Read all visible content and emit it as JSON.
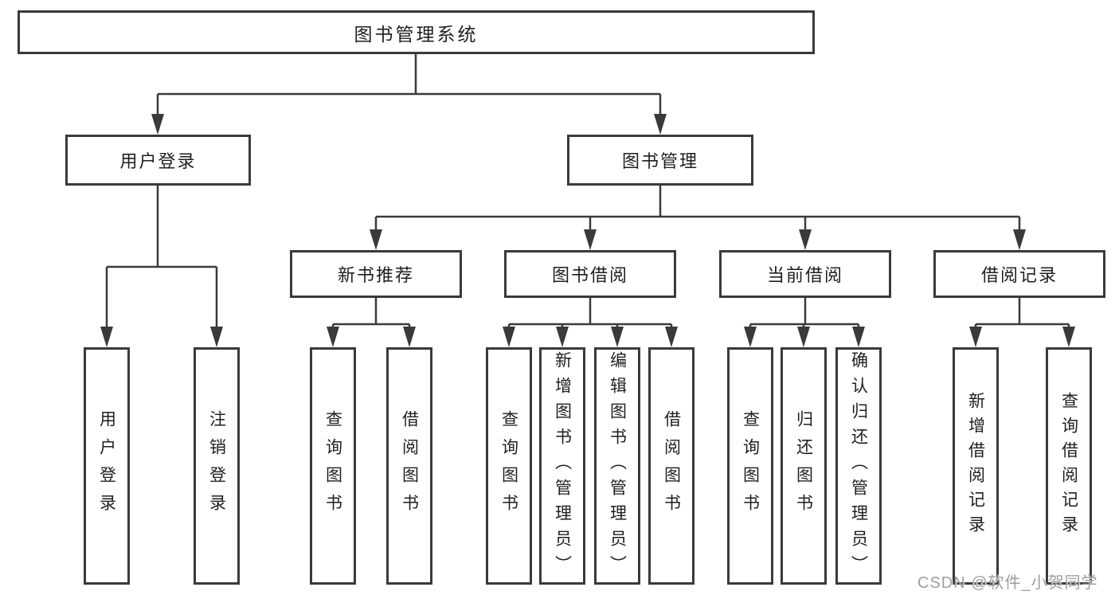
{
  "diagram": {
    "root": {
      "label": "图书管理系统"
    },
    "level2": {
      "user_login": {
        "label": "用户登录"
      },
      "book_mgmt": {
        "label": "图书管理"
      }
    },
    "level3": {
      "new_book_rec": {
        "label": "新书推荐"
      },
      "book_borrow": {
        "label": "图书借阅"
      },
      "current_borrow": {
        "label": "当前借阅"
      },
      "borrow_records": {
        "label": "借阅记录"
      }
    },
    "leaves": {
      "user_login": {
        "label": "用户登录"
      },
      "logout": {
        "label": "注销登录"
      },
      "query_books_rec": {
        "label": "查询图书"
      },
      "borrow_books_rec": {
        "label": "借阅图书"
      },
      "query_books_borrow": {
        "label": "查询图书"
      },
      "add_book_admin": {
        "label": "新增图书（管理员）"
      },
      "edit_book_admin": {
        "label": "编辑图书（管理员）"
      },
      "borrow_books_borrow": {
        "label": "借阅图书"
      },
      "query_books_current": {
        "label": "查询图书"
      },
      "return_book": {
        "label": "归还图书"
      },
      "confirm_return_admin": {
        "label": "确认归还（管理员）"
      },
      "add_borrow_record": {
        "label": "新增借阅记录"
      },
      "query_borrow_record": {
        "label": "查询借阅记录"
      }
    },
    "colors": {
      "line": "#3a3a3a",
      "text": "#1f1f1f",
      "background": "#ffffff"
    }
  },
  "watermark": {
    "text": "CSDN @软件_小贺同学"
  }
}
